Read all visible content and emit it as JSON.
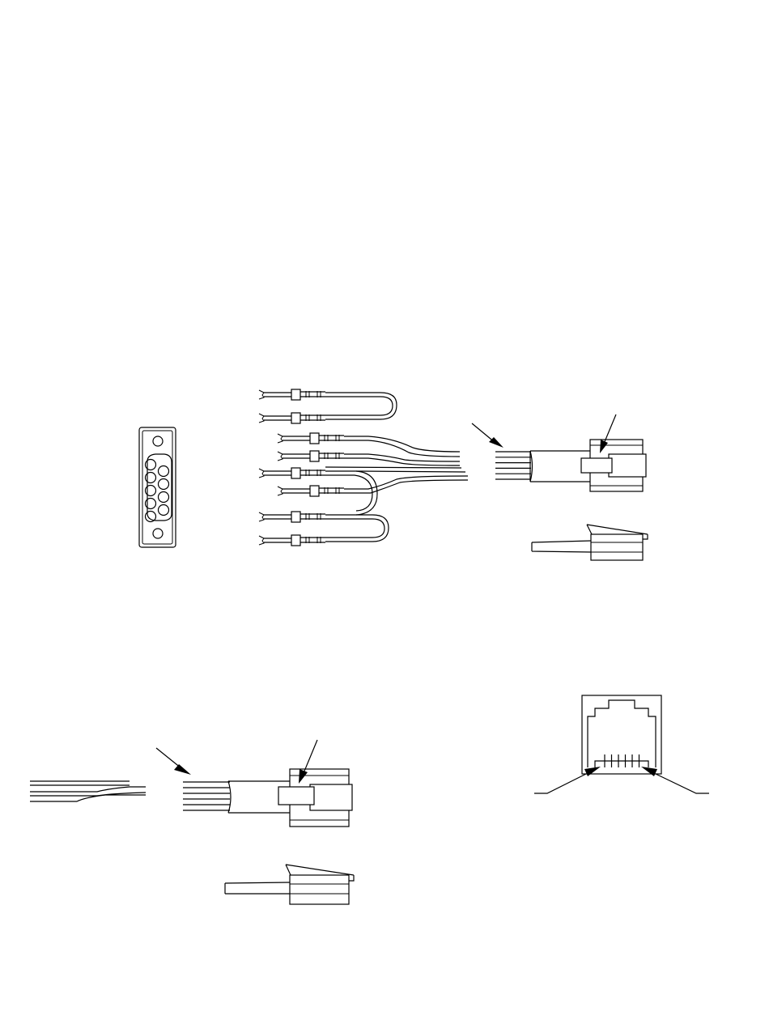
{
  "colors": {
    "line": "#000000",
    "background": "#ffffff"
  },
  "figures": [
    {
      "id": "db9-connector",
      "icon": "db9-connector-icon"
    },
    {
      "id": "crimp-pins-harness",
      "icon": "crimp-pin-wire-bundle-icon"
    },
    {
      "id": "modular-plug-top",
      "icon": "rj-modular-plug-icon"
    },
    {
      "id": "modular-plug-side",
      "icon": "rj-plug-side-view-icon"
    },
    {
      "id": "modular-cable-top",
      "icon": "flat-cable-with-plug-icon"
    },
    {
      "id": "modular-cable-side",
      "icon": "rj-plug-side-view-icon"
    },
    {
      "id": "modular-jack-front",
      "icon": "rj-jack-front-view-icon"
    }
  ],
  "db9": {
    "pin_rows": [
      5,
      4
    ]
  },
  "harness": {
    "wire_count": 8
  },
  "plug_cable": {
    "conductor_count": 6
  },
  "jack": {
    "contact_count": 6
  }
}
